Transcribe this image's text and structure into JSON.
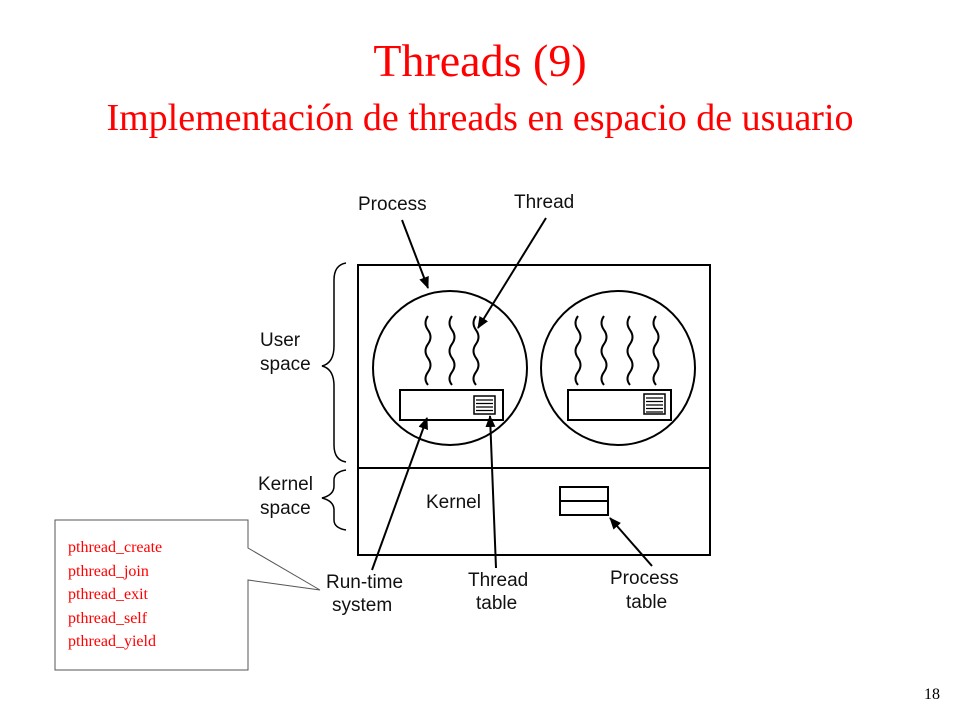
{
  "slide": {
    "title": "Threads (9)",
    "subtitle": "Implementación de threads en espacio de usuario",
    "page_number": "18"
  },
  "diagram": {
    "labels": {
      "process": "Process",
      "thread": "Thread",
      "user_space": [
        "User",
        "space"
      ],
      "kernel_space": [
        "Kernel",
        "space"
      ],
      "kernel": "Kernel",
      "runtime_system": [
        "Run-time",
        "system"
      ],
      "thread_table": [
        "Thread",
        "table"
      ],
      "process_table": [
        "Process",
        "table"
      ]
    }
  },
  "callout": {
    "functions": [
      "pthread_create",
      "pthread_join",
      "pthread_exit",
      "pthread_self",
      "pthread_yield"
    ]
  },
  "colors": {
    "title": "#ff0000",
    "callout_text": "#ff0000",
    "diagram_line": "#000000"
  }
}
